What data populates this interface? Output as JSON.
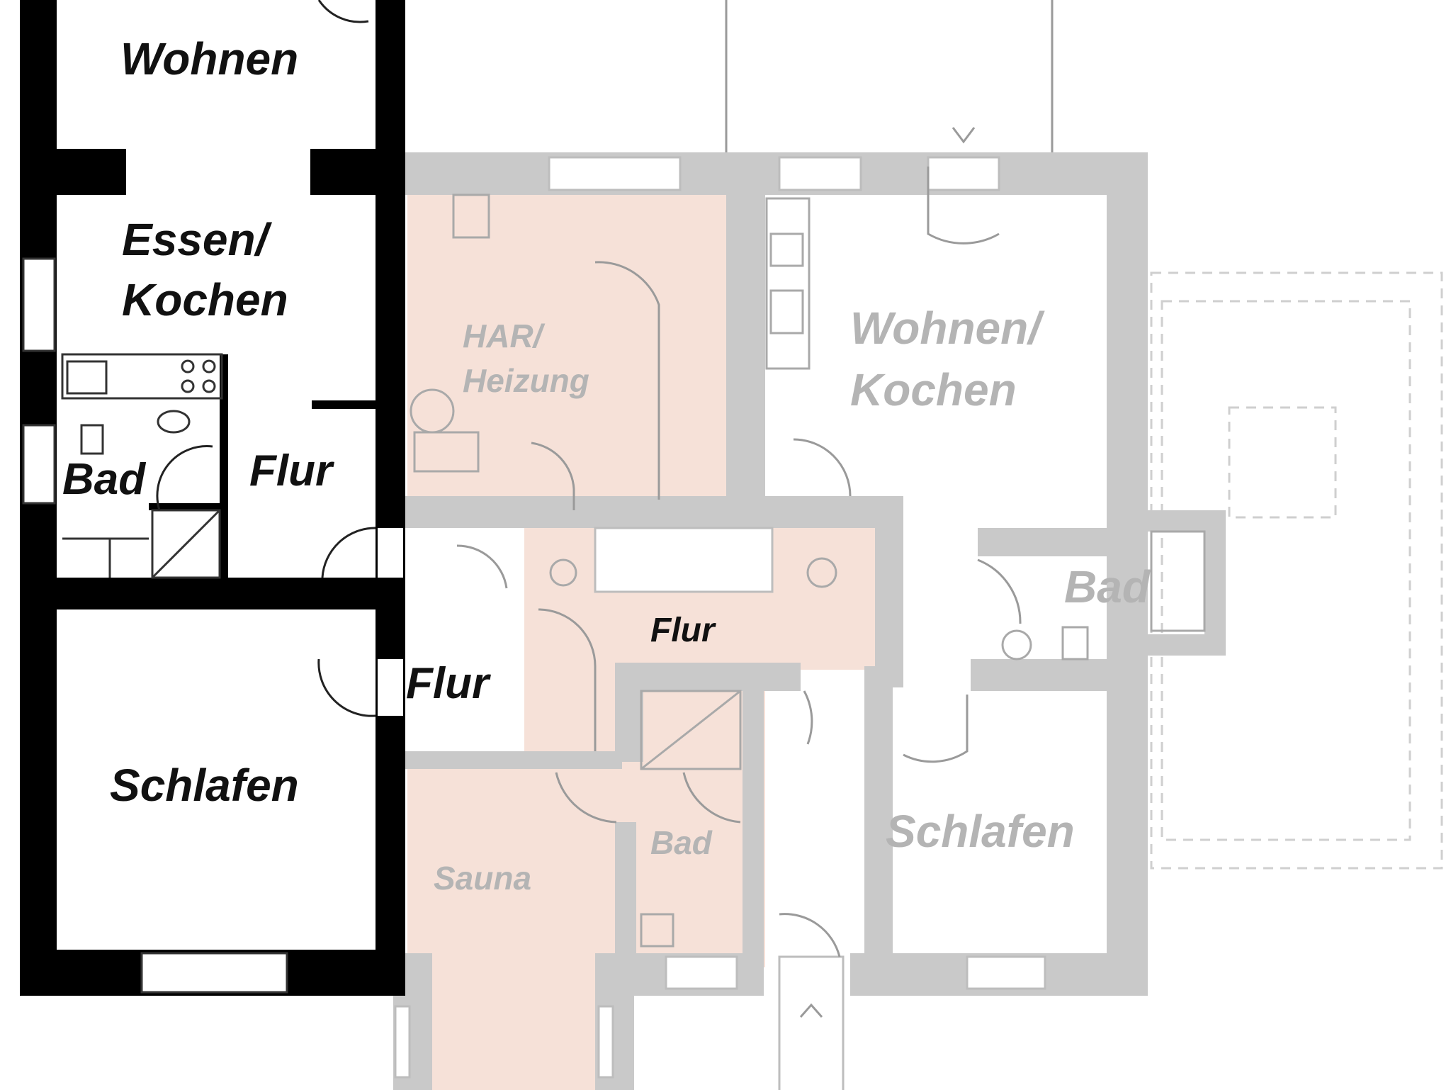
{
  "colors": {
    "left_walls": "#000000",
    "right_walls": "#c9c9c9",
    "pink_rooms": "#f6e1d8",
    "dark_labels": "#111111",
    "grey_labels": "#b4b4b4"
  },
  "left_unit": {
    "wohnen": "Wohnen",
    "essen_line1": "Essen/",
    "essen_line2": "Kochen",
    "bad": "Bad",
    "flur": "Flur",
    "schlafen": "Schlafen"
  },
  "middle": {
    "flur_left": "Flur",
    "flur_center": "Flur",
    "har_line1": "HAR/",
    "har_line2": "Heizung",
    "sauna": "Sauna",
    "bad": "Bad"
  },
  "right_unit": {
    "wohnen_line1": "Wohnen/",
    "wohnen_line2": "Kochen",
    "bad": "Bad",
    "schlafen": "Schlafen"
  }
}
